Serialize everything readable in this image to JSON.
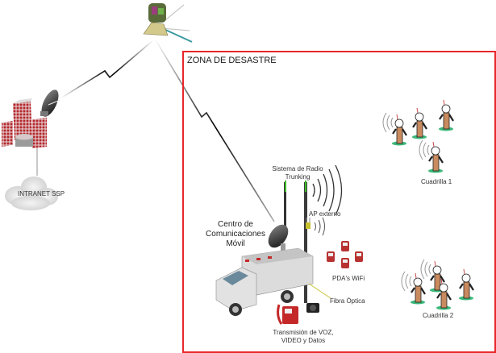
{
  "diagram": {
    "zone": {
      "title": "ZONA DE DESASTRE",
      "border_color": "#e8262a"
    },
    "nodes": {
      "satellite": {
        "name": "satellite"
      },
      "intranet": {
        "label": "INTRANET SSP"
      },
      "headquarters": {
        "name": "headquarters-buildings"
      },
      "mobile_center": {
        "label_line1": "Centro de",
        "label_line2": "Comunicaciones",
        "label_line3": "Móvil"
      },
      "radio_trunking": {
        "label_line1": "Sistema de Radio",
        "label_line2": "Trunking"
      },
      "ap": {
        "label": "AP externo"
      },
      "pdas": {
        "label": "PDA's WiFi",
        "count": 4
      },
      "fiber": {
        "label": "Fibra Óptica"
      },
      "transmission": {
        "label_line1": "Transmisión de VOZ,",
        "label_line2": "VIDEO y Datos"
      },
      "squad1": {
        "label": "Cuadrilla 1",
        "members": 4
      },
      "squad2": {
        "label": "Cuadrilla 2",
        "members": 4
      }
    },
    "colors": {
      "building": "#b5262b",
      "pda": "#b83232",
      "person": "#c98a5e",
      "ground": "#3cb87a",
      "antenna_tip": "#3fbf2a",
      "fiber": "#c9c230"
    }
  }
}
